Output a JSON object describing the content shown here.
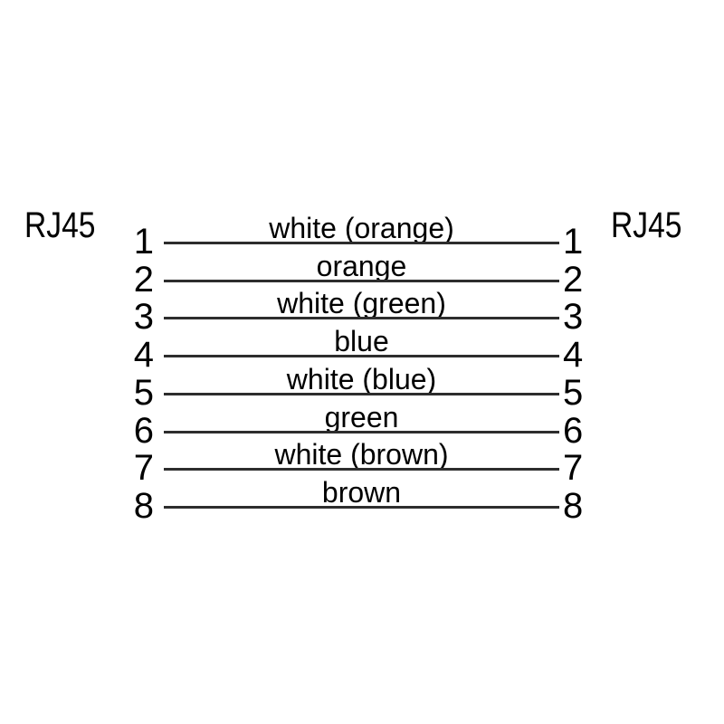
{
  "diagram": {
    "connector_left": "RJ45",
    "connector_right": "RJ45",
    "pins": [
      {
        "number": "1",
        "wire": "white (orange)"
      },
      {
        "number": "2",
        "wire": "orange"
      },
      {
        "number": "3",
        "wire": "white (green)"
      },
      {
        "number": "4",
        "wire": "blue"
      },
      {
        "number": "5",
        "wire": "white (blue)"
      },
      {
        "number": "6",
        "wire": "green"
      },
      {
        "number": "7",
        "wire": "white (brown)"
      },
      {
        "number": "8",
        "wire": "brown"
      }
    ],
    "colors": {
      "foreground": "#000000",
      "line": "#2d2d2d",
      "background": "#ffffff"
    }
  }
}
